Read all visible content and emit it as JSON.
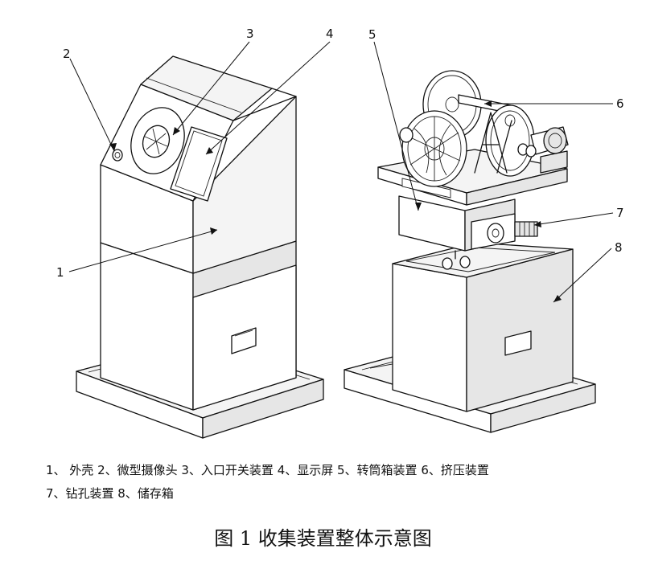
{
  "figure": {
    "callouts": [
      "1",
      "2",
      "3",
      "4",
      "5",
      "6",
      "7",
      "8"
    ],
    "legend_line1": "1、 外壳 2、微型摄像头 3、入口开关装置 4、显示屏 5、转筒箱装置 6、挤压装置",
    "legend_line2": "7、钻孔装置 8、储存箱",
    "caption": "图 1 收集装置整体示意图"
  }
}
